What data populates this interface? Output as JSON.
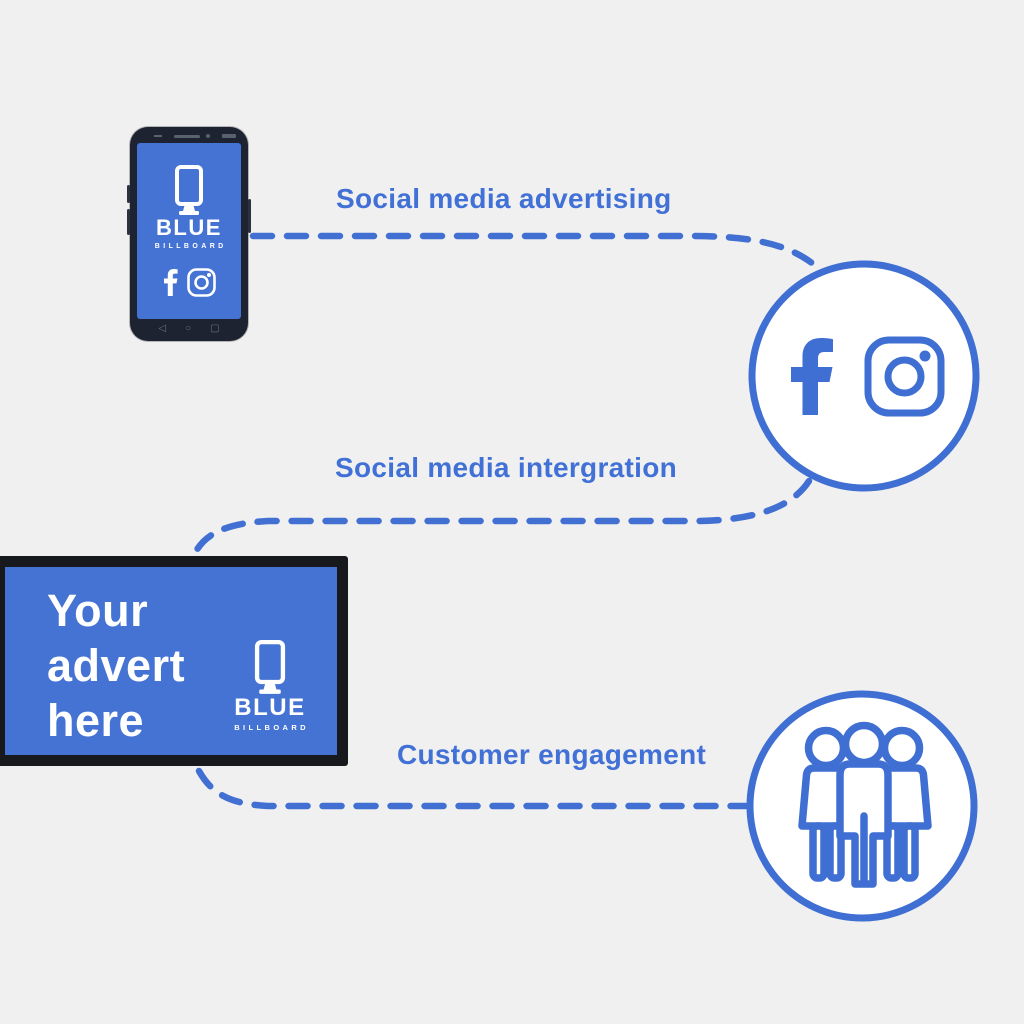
{
  "canvas": {
    "background": "#f0f0f0"
  },
  "colors": {
    "accent_blue": "#4170d2",
    "screen_blue": "#4573d4",
    "phone_frame": "#1d2330",
    "tv_frame": "#17191c",
    "white": "#ffffff",
    "nav_gray": "#6b7280"
  },
  "phone": {
    "brand": "BLUE",
    "brand_sub": "BILLBOARD",
    "icons": [
      "billboard-icon",
      "facebook-icon",
      "instagram-icon"
    ],
    "nav": {
      "back": "◁",
      "home": "○",
      "recents": "▢"
    }
  },
  "billboard_screen": {
    "message": "Your\nadvert\nhere",
    "brand": "BLUE",
    "brand_sub": "BILLBOARD"
  },
  "connections": [
    {
      "label": "Social media advertising",
      "from": "phone",
      "to": "social-media-circle"
    },
    {
      "label": "Social media intergration",
      "from": "social-media-circle",
      "to": "billboard-tv"
    },
    {
      "label": "Customer engagement",
      "from": "billboard-tv",
      "to": "customers-circle"
    }
  ],
  "nodes": [
    {
      "name": "social-media-circle",
      "icons": [
        "facebook-icon",
        "instagram-icon"
      ]
    },
    {
      "name": "customers-circle",
      "icons": [
        "people-group-icon"
      ]
    }
  ]
}
